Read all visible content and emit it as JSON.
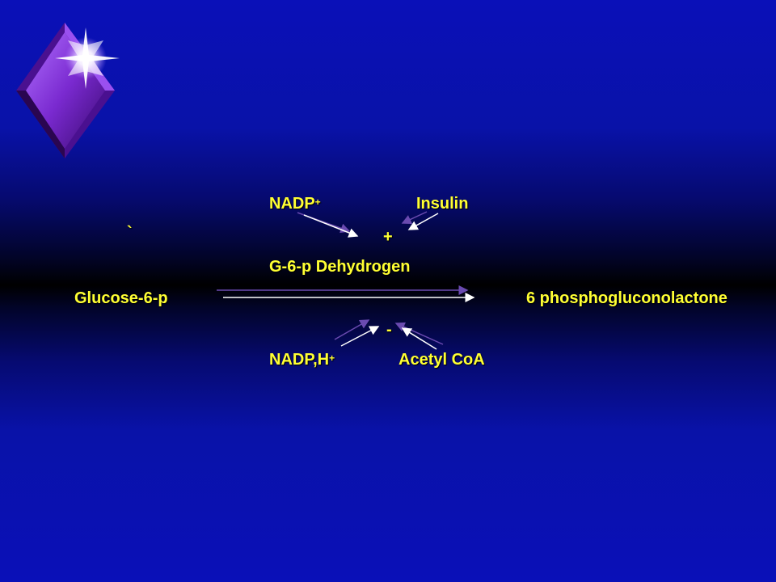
{
  "diagram": {
    "cofactor_top": "NADP",
    "cofactor_top_sup": "+",
    "activator": "Insulin",
    "stray_mark": "`",
    "activation_sign": "+",
    "enzyme": "G-6-p Dehydrogen",
    "substrate": "Glucose-6-p",
    "product": "6 phosphogluconolactone",
    "inhibition_sign": "-",
    "cofactor_bottom": "NADP,H",
    "cofactor_bottom_sup": "+",
    "inhibitor": "Acetyl CoA"
  },
  "colors": {
    "text": "#ffff33",
    "arrow": "#ffffff",
    "arrow_shadow": "#6a4ab0",
    "logo": "#7a2ad0"
  },
  "icons": [
    "diamond-star-logo-icon"
  ]
}
